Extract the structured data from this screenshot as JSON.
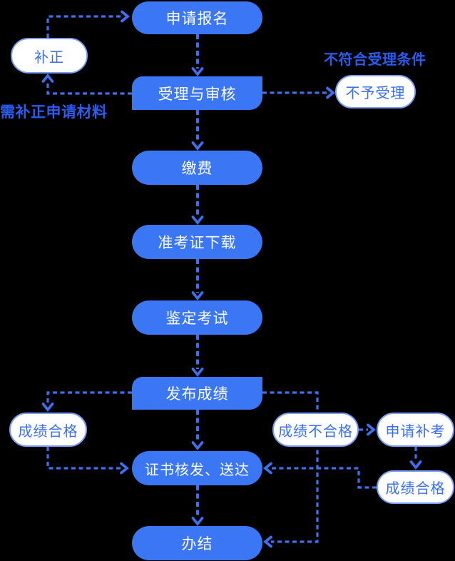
{
  "colors": {
    "background": "#000000",
    "node_fill": "#3B76F5",
    "node_text": "#FFFFFF",
    "pill_fill": "#FFFFFF",
    "pill_border": "#7C9DF6",
    "pill_text": "#3B6FF0",
    "label_text": "#2B5CF0",
    "arrow": "#3D6FF0"
  },
  "nodes": {
    "main": [
      {
        "label": "申请报名"
      },
      {
        "label": "受理与审核"
      },
      {
        "label": "缴费"
      },
      {
        "label": "准考证下载"
      },
      {
        "label": "鉴定考试"
      },
      {
        "label": "发布成绩"
      },
      {
        "label": "证书核发、送达"
      },
      {
        "label": "办结"
      }
    ],
    "side": [
      {
        "label": "补正"
      },
      {
        "label": "不予受理"
      },
      {
        "label": "成绩合格"
      },
      {
        "label": "成绩不合格"
      },
      {
        "label": "申请补考"
      },
      {
        "label": "成绩合格"
      }
    ]
  },
  "annotations": {
    "reject_condition": "不符合受理条件",
    "need_correction": "需补正申请材料"
  }
}
